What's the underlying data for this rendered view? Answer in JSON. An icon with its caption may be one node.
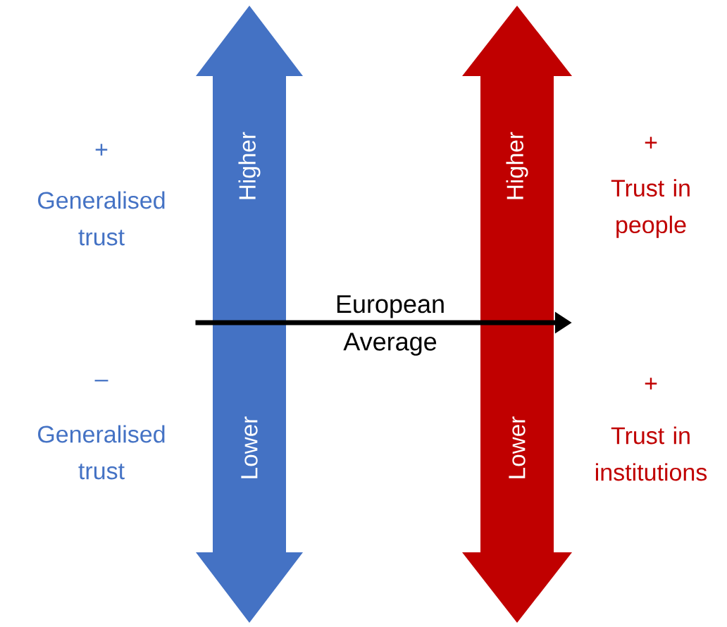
{
  "diagram": {
    "nodes": [
      {
        "text": [
          "Higher",
          "Lower"
        ]
      },
      {
        "text": [
          "Higher",
          "Lower"
        ]
      }
    ],
    "edges": [
      {
        "from": 0,
        "to": 1,
        "arrow": "to",
        "label": "European Average"
      }
    ],
    "labels": [
      "+",
      "Generalised trust",
      "–",
      "Generalised trust",
      "+",
      "Trust in people",
      "+",
      "Trust in institutions"
    ]
  }
}
